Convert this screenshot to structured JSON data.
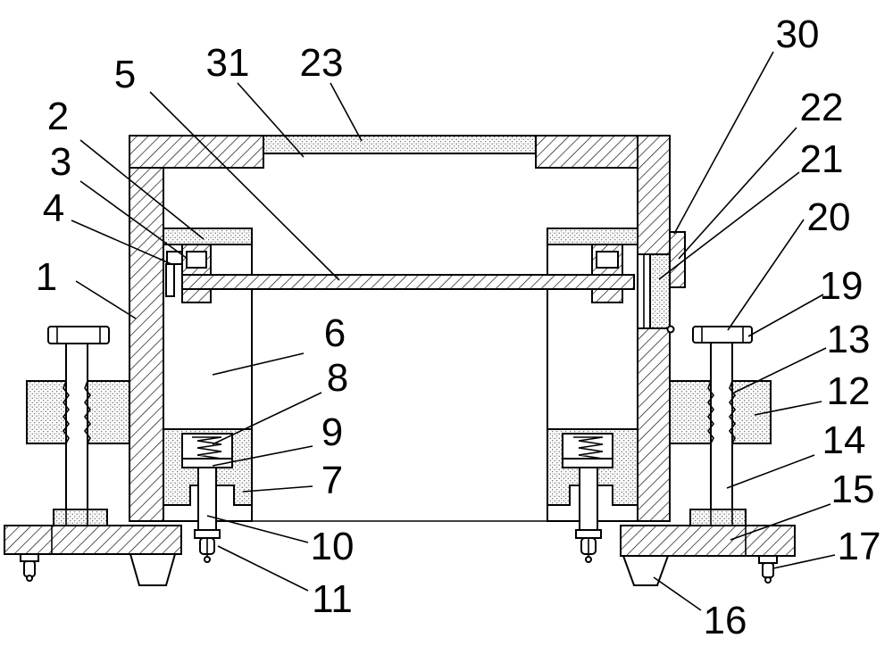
{
  "colors": {
    "line": "#000000",
    "background": "#ffffff",
    "dots": "#555555"
  },
  "labels": {
    "l1": "1",
    "l2": "2",
    "l3": "3",
    "l4": "4",
    "l5": "5",
    "l6": "6",
    "l7": "7",
    "l8": "8",
    "l9": "9",
    "l10": "10",
    "l11": "11",
    "l12": "12",
    "l13": "13",
    "l14": "14",
    "l15": "15",
    "l16": "16",
    "l17": "17",
    "l19": "19",
    "l20": "20",
    "l21": "21",
    "l22": "22",
    "l23": "23",
    "l30": "30",
    "l31": "31"
  }
}
